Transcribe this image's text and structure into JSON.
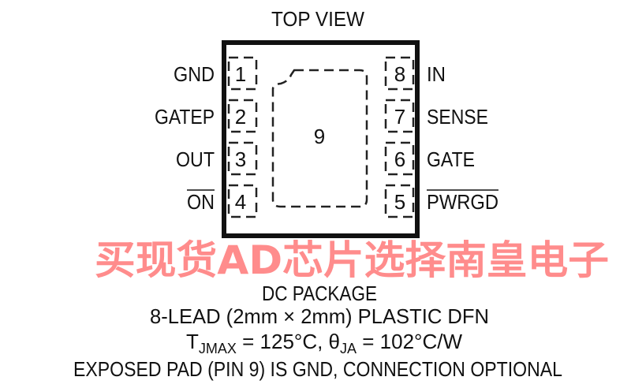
{
  "title": "TOP VIEW",
  "pins_left": [
    {
      "num": "1",
      "name": "GND"
    },
    {
      "num": "2",
      "name": "GATEP"
    },
    {
      "num": "3",
      "name": "OUT"
    },
    {
      "num": "4",
      "name": "ON",
      "overbar": true
    }
  ],
  "pins_right": [
    {
      "num": "8",
      "name": "IN"
    },
    {
      "num": "7",
      "name": "SENSE"
    },
    {
      "num": "6",
      "name": "GATE"
    },
    {
      "num": "5",
      "name": "PWRGD",
      "overbar": true
    }
  ],
  "exposed_pad": "9",
  "package_name": "DC PACKAGE",
  "package_desc": "8-LEAD (2mm × 2mm) PLASTIC DFN",
  "thermal": {
    "t": "T",
    "t_sub": "JMAX",
    "t_val": " = 125°C, ",
    "theta": "θ",
    "theta_sub": "JA",
    "theta_val": " = 102°C/W"
  },
  "note": "EXPOSED PAD (PIN 9) IS GND, CONNECTION OPTIONAL",
  "watermark": "买现货AD芯片选择南皇电子"
}
